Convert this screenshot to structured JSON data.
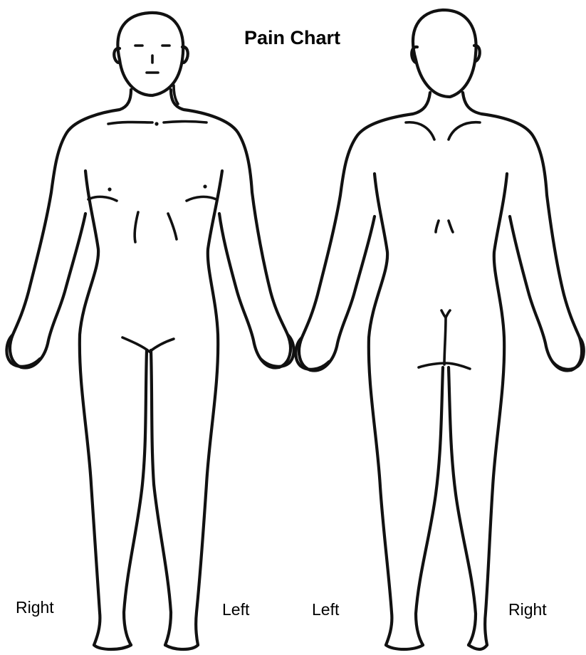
{
  "title": "Pain Chart",
  "front_figure": {
    "side_labels": {
      "right": "Right",
      "left": "Left"
    }
  },
  "back_figure": {
    "side_labels": {
      "left": "Left",
      "right": "Right"
    }
  },
  "colors": {
    "line": "#111111",
    "background": "#ffffff"
  }
}
